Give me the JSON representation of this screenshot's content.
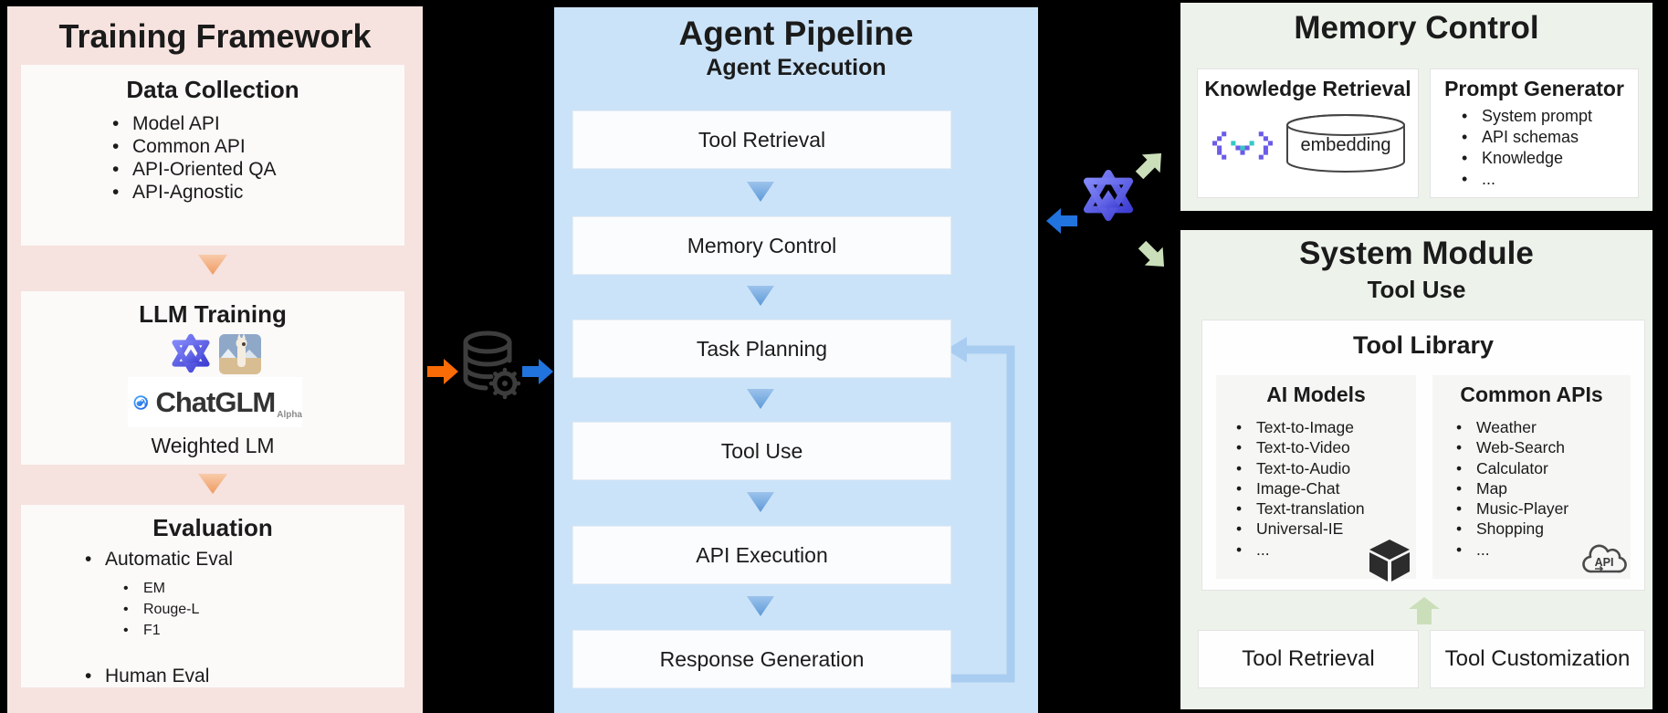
{
  "colors": {
    "background": "#000000",
    "training_panel": "#f6e2de",
    "pipeline_panel": "#cbe3f8",
    "right_panels": "#edf3eb",
    "orange_arrow": "#f96b07",
    "blue_arrow": "#2173dd",
    "green_arrow": "#cadfb9",
    "soft_orange_arrow": "#f2a06c",
    "soft_blue_arrow": "#5e9ad8",
    "loop_line": "#a9ccf1",
    "qwen_purple": "#4e4fd8",
    "pixel_purple": "#6b5be8",
    "pixel_teal": "#35c8c4"
  },
  "training": {
    "title": "Training Framework",
    "data_collection": {
      "title": "Data Collection",
      "items": [
        "Model API",
        "Common API",
        "API-Oriented QA",
        "API-Agnostic"
      ]
    },
    "llm_training": {
      "title": "LLM Training",
      "chatglm": "ChatGLM",
      "chatglm_sub": "Alpha",
      "caption": "Weighted LM"
    },
    "evaluation": {
      "title": "Evaluation",
      "automatic": "Automatic Eval",
      "metrics": [
        "EM",
        "Rouge-L",
        "F1"
      ],
      "human": "Human Eval"
    }
  },
  "pipeline": {
    "title": "Agent Pipeline",
    "subtitle": "Agent Execution",
    "steps": [
      "Tool Retrieval",
      "Memory Control",
      "Task Planning",
      "Tool Use",
      "API Execution",
      "Response Generation"
    ]
  },
  "memory": {
    "title": "Memory Control",
    "knowledge_retrieval": {
      "title": "Knowledge Retrieval",
      "embedding_label": "embedding"
    },
    "prompt_generator": {
      "title": "Prompt Generator",
      "items": [
        "System prompt",
        "API schemas",
        "Knowledge",
        "..."
      ]
    }
  },
  "system": {
    "title": "System Module",
    "subtitle": "Tool Use",
    "tool_library": {
      "title": "Tool Library",
      "ai_models": {
        "title": "AI Models",
        "items": [
          "Text-to-Image",
          "Text-to-Video",
          "Text-to-Audio",
          "Image-Chat",
          "Text-translation",
          "Universal-IE",
          "..."
        ]
      },
      "common_apis": {
        "title": "Common APIs",
        "items": [
          "Weather",
          "Web-Search",
          "Calculator",
          "Map",
          "Music-Player",
          "Shopping",
          "..."
        ]
      }
    },
    "tool_retrieval": "Tool Retrieval",
    "tool_customization": "Tool Customization"
  },
  "icons": {
    "api_cloud_label": "API"
  }
}
